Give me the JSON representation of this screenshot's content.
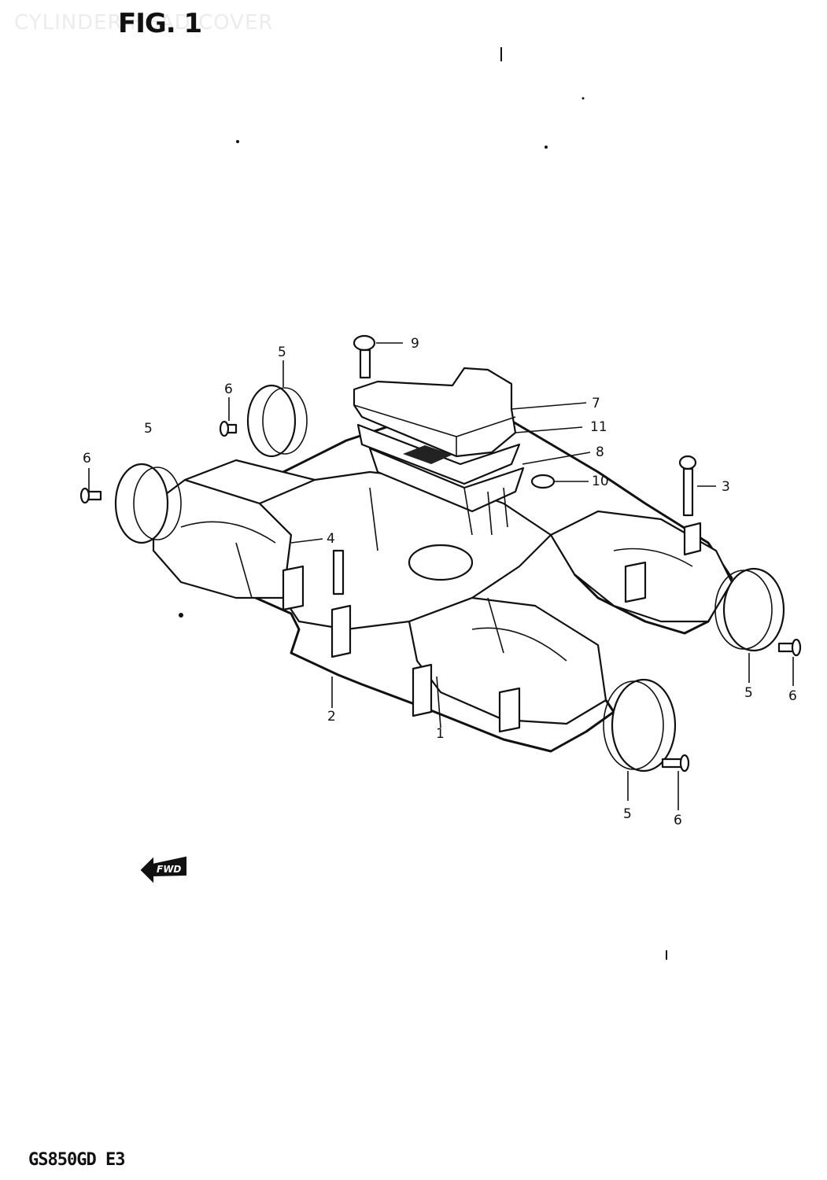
{
  "header": {
    "figure_label": "FIG. 1",
    "ghost_title": "CYLINDER HEAD COVER"
  },
  "footer": {
    "model_code": "GS850GD E3"
  },
  "direction_arrow": {
    "label": "FWD"
  },
  "callouts": [
    {
      "id": "c9",
      "text": "9"
    },
    {
      "id": "c5a",
      "text": "5"
    },
    {
      "id": "c6a",
      "text": "6"
    },
    {
      "id": "c7",
      "text": "7"
    },
    {
      "id": "c11",
      "text": "11"
    },
    {
      "id": "c5b",
      "text": "5"
    },
    {
      "id": "c8",
      "text": "8"
    },
    {
      "id": "c6b",
      "text": "6"
    },
    {
      "id": "c10",
      "text": "10"
    },
    {
      "id": "c3",
      "text": "3"
    },
    {
      "id": "c4",
      "text": "4"
    },
    {
      "id": "c5c",
      "text": "5"
    },
    {
      "id": "c6c",
      "text": "6"
    },
    {
      "id": "c2",
      "text": "2"
    },
    {
      "id": "c1",
      "text": "1"
    },
    {
      "id": "c5d",
      "text": "5"
    },
    {
      "id": "c6d",
      "text": "6"
    }
  ]
}
